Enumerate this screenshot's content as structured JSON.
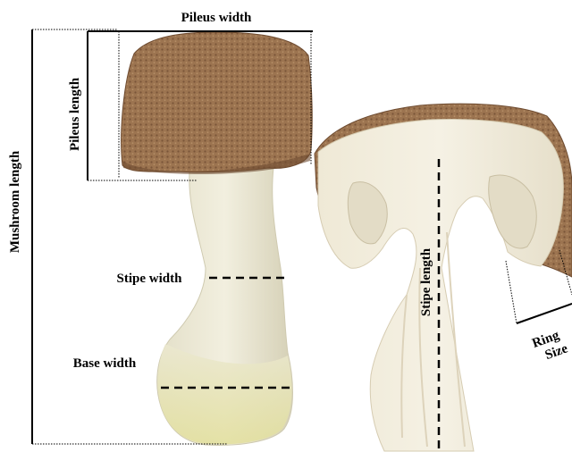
{
  "labels": {
    "pileus_width": "Pileus width",
    "pileus_length": "Pileus length",
    "mushroom_length": "Mushroom length",
    "stipe_width": "Stipe width",
    "base_width": "Base width",
    "stipe_length": "Stipe length",
    "ring_size_line1": "Ring",
    "ring_size_line2": "Size"
  },
  "colors": {
    "cap": "#9c7450",
    "cap_dark": "#7a5538",
    "stipe": "#ece9d6",
    "stipe_shade": "#d9d5bc",
    "base": "#e6e3a8",
    "flesh": "#f1ecdc",
    "flesh_shade": "#e0d8c2",
    "line": "#000000"
  }
}
